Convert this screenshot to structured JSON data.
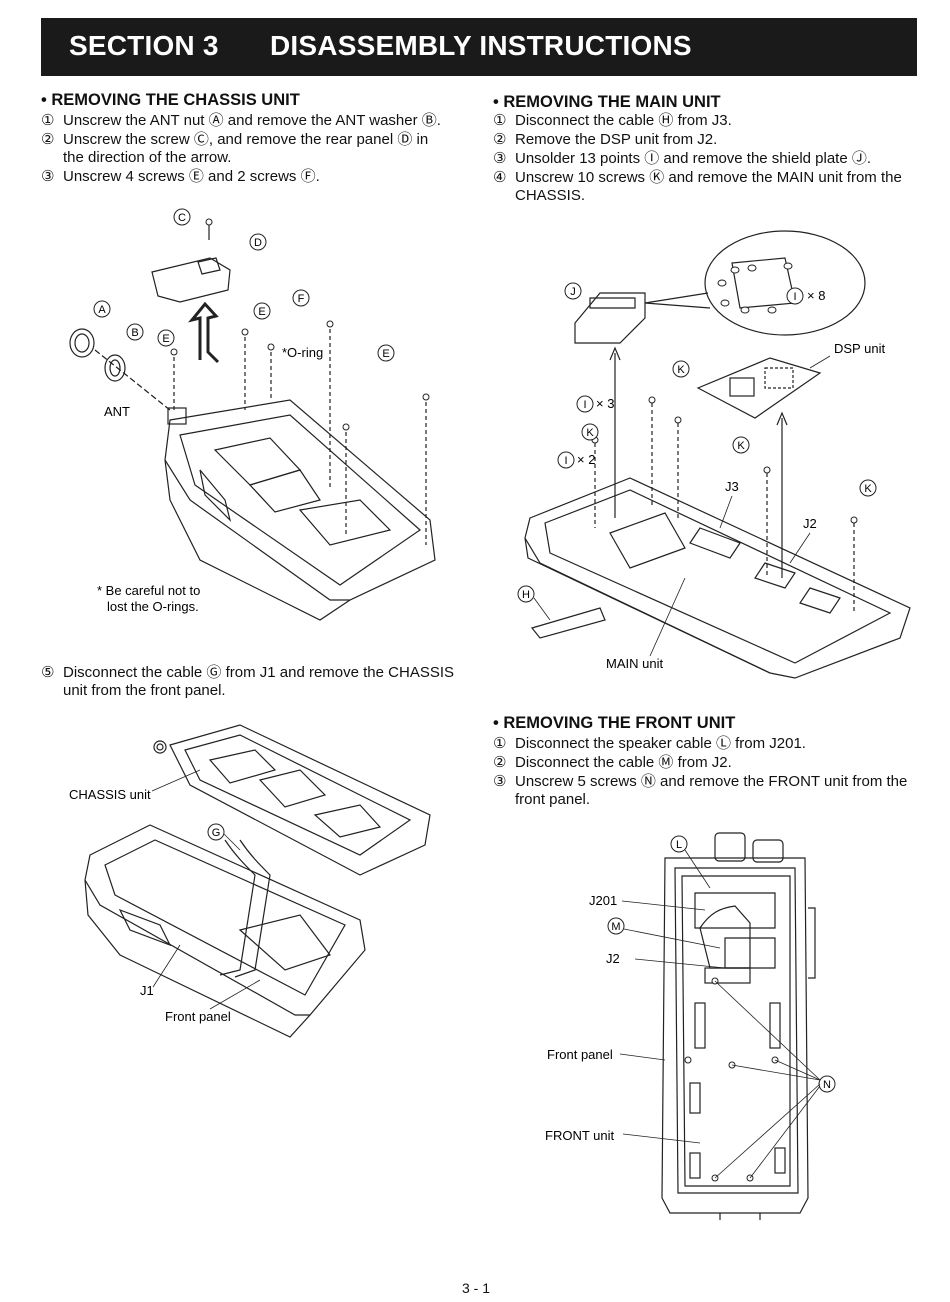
{
  "header": {
    "section": "SECTION 3",
    "title": "DISASSEMBLY INSTRUCTIONS"
  },
  "chassis": {
    "heading": "• REMOVING THE CHASSIS UNIT",
    "steps": [
      {
        "num": "①",
        "text": "Unscrew the ANT nut Ⓐ and remove the ANT washer Ⓑ."
      },
      {
        "num": "②",
        "text": "Unscrew the screw Ⓒ, and remove the rear panel Ⓓ in",
        "text2": "the direction of the arrow."
      },
      {
        "num": "③",
        "text": "Unscrew 4 screws Ⓔ and 2 screws Ⓕ."
      }
    ],
    "figure_labels": {
      "a": "A",
      "b": "B",
      "c": "C",
      "d": "D",
      "e": "E",
      "f": "F",
      "ant": "ANT",
      "oring": "*O-ring",
      "note1": "* Be careful not to",
      "note2": "lost the O-rings."
    },
    "step5": {
      "num": "⑤",
      "text": "Disconnect the cable Ⓖ from J1 and remove the CHASSIS",
      "text2": "unit from the front panel."
    },
    "figure2_labels": {
      "chassis_unit": "CHASSIS unit",
      "g": "G",
      "j1": "J1",
      "front_panel": "Front panel"
    }
  },
  "main": {
    "heading": "• REMOVING THE MAIN UNIT",
    "steps": [
      {
        "num": "①",
        "text": "Disconnect the cable Ⓗ from J3."
      },
      {
        "num": "②",
        "text": "Remove the DSP unit from J2."
      },
      {
        "num": "③",
        "text": "Unsolder 13 points Ⓘ and remove the shield plate Ⓙ."
      },
      {
        "num": "④",
        "text": "Unscrew 10 screws Ⓚ and remove the MAIN unit from the",
        "text2": "CHASSIS."
      }
    ],
    "figure_labels": {
      "j": "J",
      "i": "I",
      "k": "K",
      "h": "H",
      "x8": "× 8",
      "x3": "× 3",
      "x2": "× 2",
      "dsp_unit": "DSP unit",
      "j3": "J3",
      "j2": "J2",
      "main_unit": "MAIN unit"
    }
  },
  "front": {
    "heading": "• REMOVING THE FRONT UNIT",
    "steps": [
      {
        "num": "①",
        "text": "Disconnect the speaker cable Ⓛ from J201."
      },
      {
        "num": "②",
        "text": "Disconnect the cable Ⓜ from J2."
      },
      {
        "num": "③",
        "text": "Unscrew 5 screws Ⓝ and remove the FRONT unit from the",
        "text2": "front panel."
      }
    ],
    "figure_labels": {
      "l": "L",
      "m": "M",
      "n": "N",
      "j201": "J201",
      "j2": "J2",
      "front_panel": "Front panel",
      "front_unit": "FRONT unit"
    }
  },
  "footer": {
    "page": "3 - 1"
  }
}
